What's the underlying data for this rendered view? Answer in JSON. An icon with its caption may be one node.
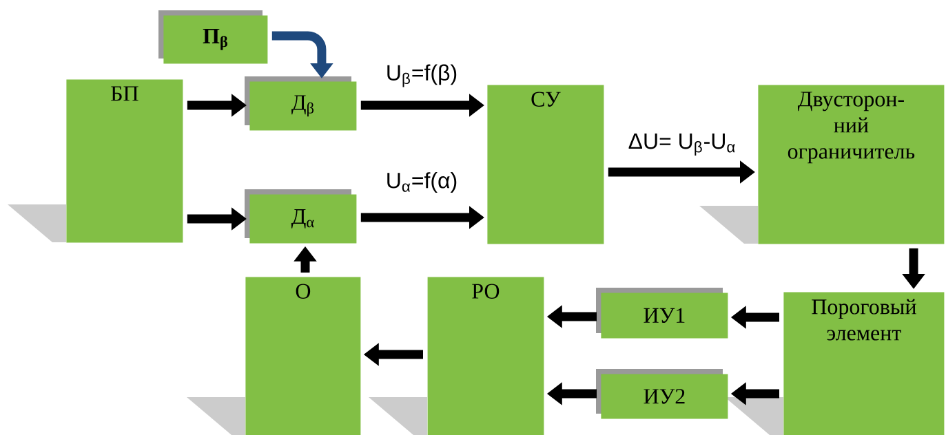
{
  "diagram": {
    "nodes": [
      {
        "text": [
          "П$_{β}$"
        ]
      },
      {
        "text": [
          "БП"
        ]
      },
      {
        "text": [
          "Д$_{β}$"
        ]
      },
      {
        "text": [
          "Д$_{α}$"
        ]
      },
      {
        "text": [
          "СУ"
        ]
      },
      {
        "text": [
          "Двусторон- ний ограничитель"
        ]
      },
      {
        "text": [
          "О"
        ]
      },
      {
        "text": [
          "РО"
        ]
      },
      {
        "text": [
          "ИУ1"
        ]
      },
      {
        "text": [
          "ИУ2"
        ]
      },
      {
        "text": [
          "Пороговый элемент"
        ]
      }
    ],
    "edges": [
      {
        "from": 0,
        "to": 2,
        "arrow": "to",
        "color": "#1f497d"
      },
      {
        "from": 1,
        "to": 2,
        "arrow": "to"
      },
      {
        "from": 1,
        "to": 3,
        "arrow": "to"
      },
      {
        "from": 2,
        "to": 4,
        "arrow": "to",
        "label": "U$_{β}$=f(β)"
      },
      {
        "from": 3,
        "to": 4,
        "arrow": "to",
        "label": "U$_{α}$=f(α)"
      },
      {
        "from": 4,
        "to": 5,
        "arrow": "to",
        "label": "ΔU= U$_{β}$-U$_{α}$"
      },
      {
        "from": 5,
        "to": 10,
        "arrow": "to"
      },
      {
        "from": 10,
        "to": 8,
        "arrow": "to"
      },
      {
        "from": 10,
        "to": 9,
        "arrow": "to"
      },
      {
        "from": 8,
        "to": 7,
        "arrow": "to"
      },
      {
        "from": 9,
        "to": 7,
        "arrow": "to"
      },
      {
        "from": 7,
        "to": 6,
        "arrow": "to"
      },
      {
        "from": 6,
        "to": 3,
        "arrow": "to"
      }
    ]
  }
}
